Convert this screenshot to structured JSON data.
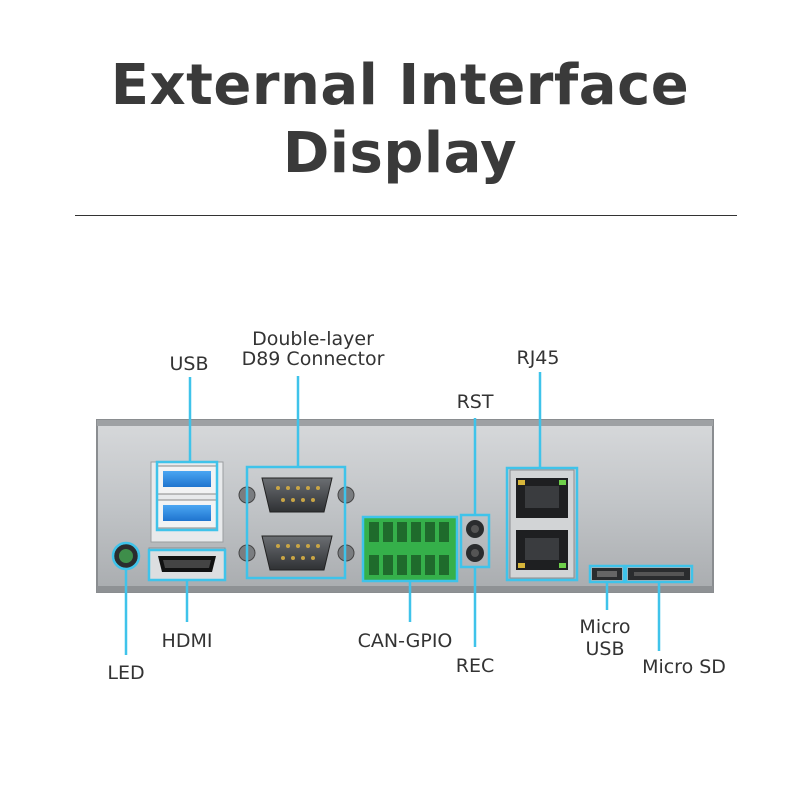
{
  "title": {
    "line1": "External Interface",
    "line2": "Display"
  },
  "labels": {
    "usb": "USB",
    "d89_line1": "Double-layer",
    "d89_line2": "D89 Connector",
    "rst": "RST",
    "rj45": "RJ45",
    "led": "LED",
    "hdmi": "HDMI",
    "can_gpio": "CAN-GPIO",
    "rec": "REC",
    "micro_usb_line1": "Micro",
    "micro_usb_line2": "USB",
    "micro_sd": "Micro SD"
  },
  "colors": {
    "highlight": "#3fc3ea",
    "terminal": "#35b04a",
    "usb_blue": "#2f8fe6",
    "panel": "#b9bcbf"
  }
}
